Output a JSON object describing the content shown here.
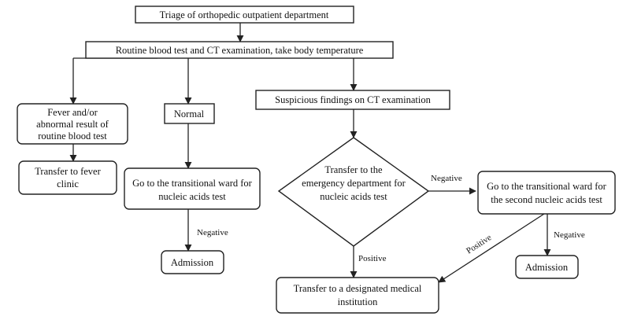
{
  "nodes": {
    "triage": "Triage of orthopedic outpatient department",
    "routine": "Routine blood test and CT examination, take body temperature",
    "fever": [
      "Fever and/or",
      "abnormal result of",
      "routine blood test"
    ],
    "fever_clinic": [
      "Transfer to fever",
      "clinic"
    ],
    "normal": "Normal",
    "transitional_ward": [
      "Go to the transitional ward for",
      "nucleic acids test"
    ],
    "admission_left": "Admission",
    "suspicious": "Suspicious findings on CT examination",
    "emergency": [
      "Transfer to the",
      "emergency department for",
      "nucleic acids test"
    ],
    "second_test": [
      "Go to the transitional ward for",
      "the second nucleic acids test"
    ],
    "admission_right": "Admission",
    "designated": [
      "Transfer to a designated medical",
      "institution"
    ]
  },
  "edges": {
    "negative_left": "Negative",
    "negative_mid": "Negative",
    "positive_mid": "Positive",
    "positive_right": "Positive",
    "negative_right": "Negative"
  },
  "colors": {
    "stroke": "#222222",
    "text": "#111111",
    "background": "#ffffff"
  }
}
